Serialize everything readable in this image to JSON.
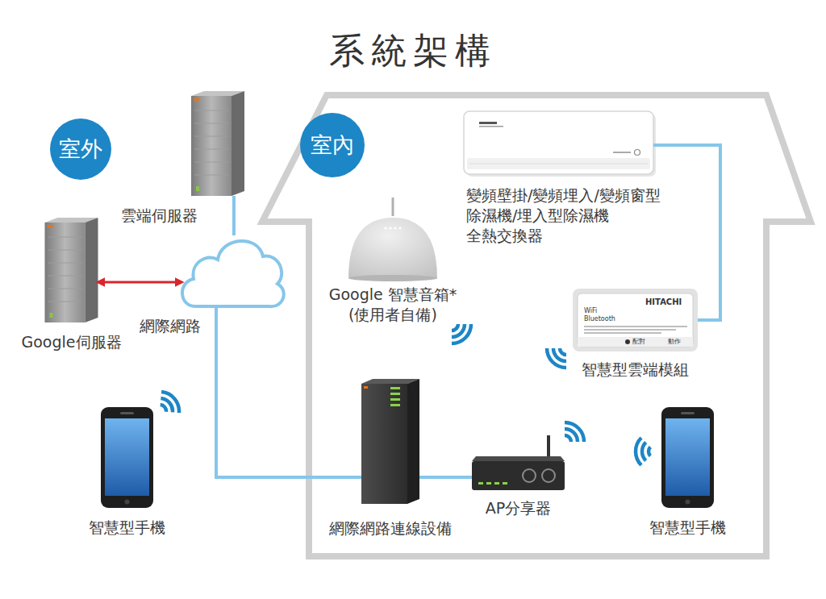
{
  "diagram": {
    "title": "系統架構",
    "nodes": [
      {
        "text": [
          "室外"
        ]
      },
      {
        "text": [
          "室內"
        ]
      },
      {
        "text": [
          "雲端伺服器"
        ]
      },
      {
        "text": [
          "Google伺服器"
        ]
      },
      {
        "text": [
          "網際網路"
        ]
      },
      {
        "text": [
          "Google 智慧音箱* (使用者自備)"
        ]
      },
      {
        "text": [
          "變頻壁掛/變頻埋入/變頻窗型 除濕機/埋入型除濕機 全熱交換器"
        ]
      },
      {
        "text": [
          "智慧型雲端模組"
        ]
      },
      {
        "text": [
          "智慧型手機"
        ]
      },
      {
        "text": [
          "網際網路連線設備"
        ]
      },
      {
        "text": [
          "AP分享器"
        ]
      },
      {
        "text": [
          "智慧型手機"
        ]
      }
    ],
    "edges": [
      {
        "from": 2,
        "to": 4,
        "arrow": "none"
      },
      {
        "from": 3,
        "to": 4,
        "arrow": "both"
      },
      {
        "from": 4,
        "to": 9,
        "arrow": "none"
      },
      {
        "from": 9,
        "to": 10,
        "arrow": "none"
      },
      {
        "from": 6,
        "to": 7,
        "arrow": "none"
      }
    ],
    "labels": [
      "HITACHI",
      "WiFi",
      "Bluetooth",
      "配對",
      "動作"
    ]
  }
}
